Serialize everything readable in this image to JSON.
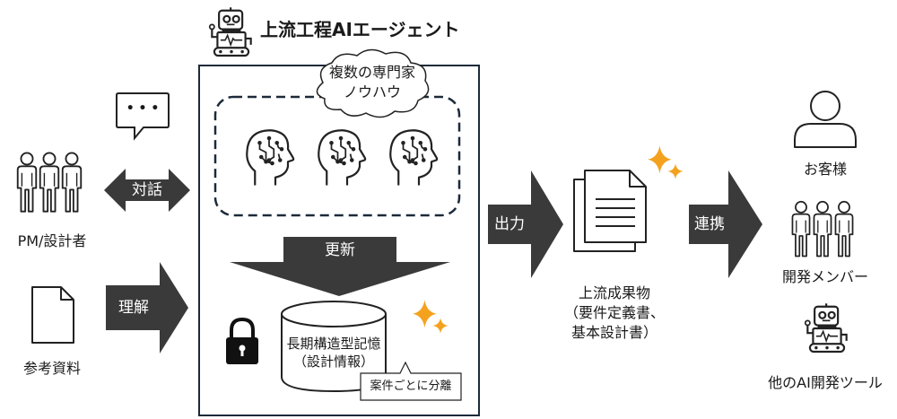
{
  "title": "上流工程AIエージェント",
  "cloud_line1": "複数の専門家",
  "cloud_line2": "ノウハウ",
  "update_label": "更新",
  "memory_line1": "長期構造型記憶",
  "memory_line2": "（設計情報）",
  "callout": "案件ごとに分離",
  "dialog_label": "対話",
  "understand_label": "理解",
  "output_label": "出力",
  "link_label": "連携",
  "pm_label": "PM/設計者",
  "docs_label": "参考資料",
  "deliverable_line1": "上流成果物",
  "deliverable_line2": "（要件定義書、",
  "deliverable_line3": "基本設計書）",
  "customer_label": "お客様",
  "dev_members_label": "開発メンバー",
  "other_ai_label": "他のAI開発ツール",
  "chat_dots": "• • •",
  "colors": {
    "dark_arrow": "#3a3a3a",
    "frame": "#1c2a3a",
    "sparkle": "#f4a21e"
  }
}
